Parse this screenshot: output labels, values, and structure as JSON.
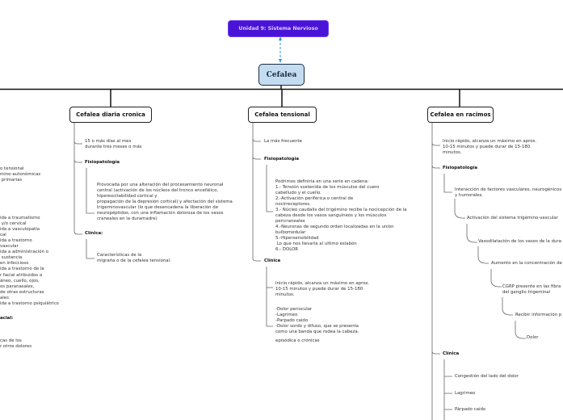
{
  "parent_topic": "Unidad 9: Sistema Nervioso",
  "central_topic": "Cefalea",
  "left_branch_partial": {
    "lines_a": "o tensional\nmino-autonómicas\n primarias",
    "lines_b": "ida a traumatismo\n y/o cervical\nida a vasculopatía\ncal\nida a trastorno\nvascular\nida a administración o\n sustancia\nen infeccioso\nida a trastorno de la",
    "lines_c": "r facial atribuidos a\náneo, cuello, ojos,\nos paranasales,\nde otras estructuras\nales\nida a trastorno psiquiátrico",
    "heading": "acial:",
    "lines_d": "cas de los\nr otros dolores"
  },
  "branches": [
    {
      "title": "Cefalea diaria cronica",
      "definition": "15 o más días al mes\ndurante tres meses o más",
      "fisio_label": "Fisiopatología",
      "fisio_text": "Provocada por una alteración del procesamiento neuronal\ncentral (activación de los núcleos del tronco encefálico,\nhiperexcitabilidad cortical y\npropagación de la depresión cortical) y afectación del sistema\ntrigeminovascular (lo que desencadena la liberación de\nneuropéptidos, con una inflamación dolorosa de los vasos\ncraneales en la duramadre)",
      "clinica_label": "Clínica:",
      "clinica_text": "Características de la\nmigraña o de la cefalea tensional."
    },
    {
      "title": "Cefalea tensional",
      "definition": "La más frecuente",
      "fisio_label": "Fisiopatología",
      "fisio_text": "Podrimos definiria en una serie en cadena:\n1.- Tensión sostenida de los músculos del cuero\ncabelludo y el cuello.\n2.-Activación periférica o central de\nnocirreceptores.\n3.- Núcleo caudalis del trigémino recibe la nocicepción de la\ncabeza desde los vasos sanguíneos y los músculos\npericraneales\n4.-Neuronas de segundo orden localizadas en la unión\nbulbomedular\n5.-Hipersensibilidad\n Lo que nos llevaría al ultimo eslabón\n6.- DOLOR",
      "clinica_label": "Clínica",
      "clinica_text_1": "Inicio rápido, alcanza un máximo en aprox.\n10-15 minutos y puede durar de 15-180\nminutos.",
      "clinica_text_2": "-Dolor periocular\n-Lagrimeo\n-Parpado caido\n-Dolor sordo y difuso, que se presenta\ncomo una banda que rodea la cabeza.",
      "clinica_text_3": "episódica o crónicas"
    },
    {
      "title": "Cefalea en racimos",
      "definition": "Inicio rápido, alcanza un máximo en aprox.\n10-15 minutos y puede durar de 15-180\nminutos.",
      "fisio_label": "Fisiopatología",
      "fisio_chain": [
        "Interacción de factores vasculares, neurogénicos\ny humorales.",
        "Activación del sistema trigémino-vascular",
        "Vasodilatación de los vasos de la dura",
        "Aumento en la concentración de",
        "CGRP presente en las fibra\ndel ganglio trigeminal",
        "Recibir información p",
        "Dolor"
      ],
      "clinica_label": "Clínica",
      "clinica_items": [
        "Congestión del lado del dolor",
        "Lagrimeo",
        "Párpado caído"
      ]
    }
  ],
  "colors": {
    "parent_topic_bg": "#4a14d8",
    "central_bg": "#c4dcf0",
    "link_dashed": "#3a8fd0"
  }
}
